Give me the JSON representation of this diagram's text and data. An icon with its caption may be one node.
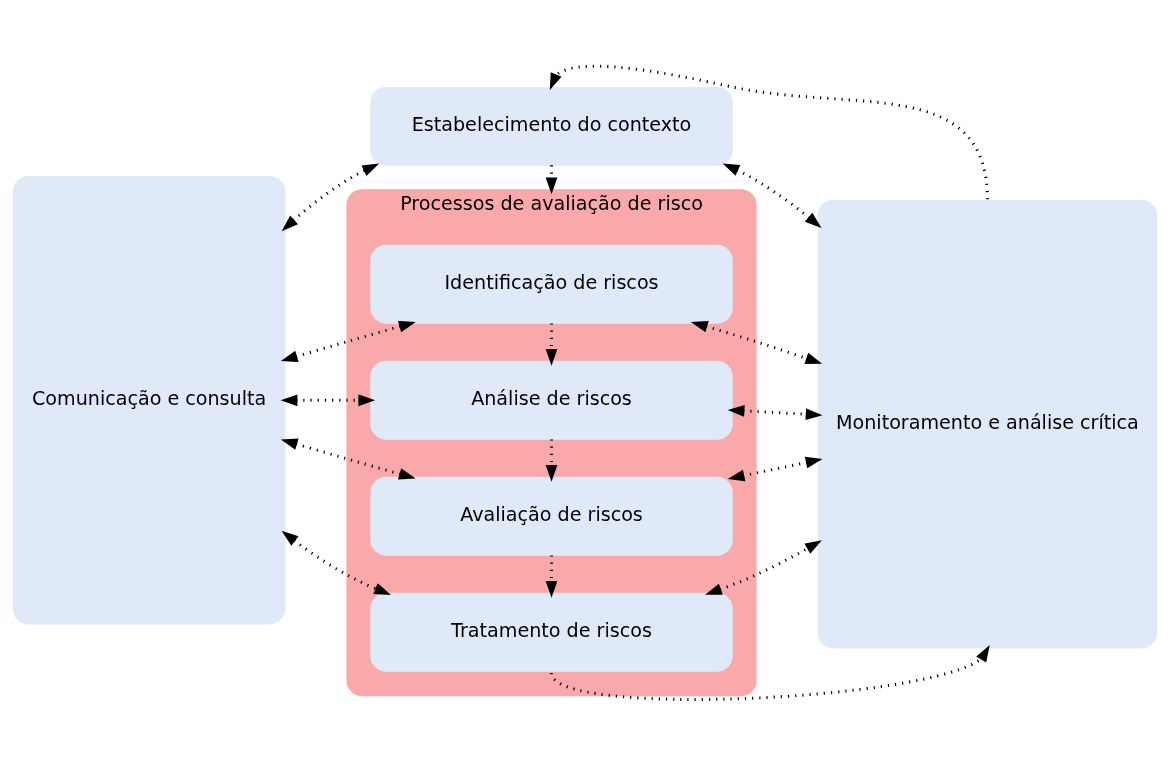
{
  "diagram": {
    "nodes": [
      {
        "text": [
          "Comunicação e consulta"
        ]
      },
      {
        "text": [
          "Estabelecimento do contexto"
        ]
      },
      {
        "text": [
          "Processos de avaliação de risco"
        ]
      },
      {
        "text": [
          "Identificação de riscos"
        ],
        "in": 2
      },
      {
        "text": [
          "Análise de riscos"
        ],
        "in": 2
      },
      {
        "text": [
          "Avaliação de riscos"
        ],
        "in": 2
      },
      {
        "text": [
          "Tratamento de riscos"
        ],
        "in": 2
      },
      {
        "text": [
          "Monitoramento e análise crítica"
        ]
      }
    ],
    "edges": [
      {
        "from": 7,
        "to": 1,
        "arrow": "to",
        "style": "dashed"
      },
      {
        "from": 0,
        "to": 1,
        "arrow": "both",
        "style": "dashed"
      },
      {
        "from": 1,
        "to": 7,
        "arrow": "both",
        "style": "dashed"
      },
      {
        "from": 1,
        "to": 2,
        "arrow": "to",
        "style": "dashed"
      },
      {
        "from": 0,
        "to": 3,
        "arrow": "both",
        "style": "dashed"
      },
      {
        "from": 3,
        "to": 7,
        "arrow": "both",
        "style": "dashed"
      },
      {
        "from": 3,
        "to": 4,
        "arrow": "to",
        "style": "dashed"
      },
      {
        "from": 0,
        "to": 4,
        "arrow": "both",
        "style": "dashed"
      },
      {
        "from": 4,
        "to": 7,
        "arrow": "both",
        "style": "dashed"
      },
      {
        "from": 4,
        "to": 5,
        "arrow": "to",
        "style": "dashed"
      },
      {
        "from": 0,
        "to": 5,
        "arrow": "both",
        "style": "dashed"
      },
      {
        "from": 5,
        "to": 7,
        "arrow": "both",
        "style": "dashed"
      },
      {
        "from": 5,
        "to": 6,
        "arrow": "to",
        "style": "dashed"
      },
      {
        "from": 0,
        "to": 6,
        "arrow": "both",
        "style": "dashed"
      },
      {
        "from": 6,
        "to": 7,
        "arrow": "both",
        "style": "dashed"
      },
      {
        "from": 6,
        "to": 7,
        "arrow": "to",
        "style": "dashed"
      }
    ]
  }
}
